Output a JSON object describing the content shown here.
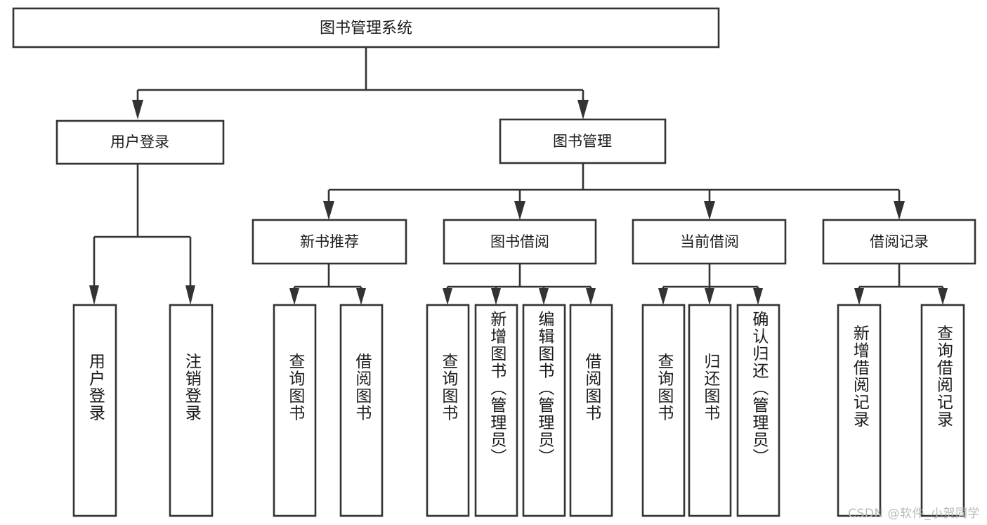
{
  "diagram": {
    "title": "图书管理系统",
    "type": "tree-hierarchy-diagram",
    "colors": {
      "stroke": "#333333",
      "fill": "#ffffff",
      "text": "#1b1b1b",
      "watermark": "#b9b9b9"
    },
    "root": {
      "label": "图书管理系统"
    },
    "level2": [
      {
        "label": "用户登录"
      },
      {
        "label": "图书管理"
      }
    ],
    "level3": [
      {
        "label": "新书推荐"
      },
      {
        "label": "图书借阅"
      },
      {
        "label": "当前借阅"
      },
      {
        "label": "借阅记录"
      }
    ],
    "leaves": {
      "user_login": [
        {
          "label": "用户登录"
        },
        {
          "label": "注销登录"
        }
      ],
      "new_book_recommend": [
        {
          "label": "查询图书"
        },
        {
          "label": "借阅图书"
        }
      ],
      "book_borrow": [
        {
          "label": "查询图书"
        },
        {
          "label": "新增图书（管理员）"
        },
        {
          "label": "编辑图书（管理员）"
        },
        {
          "label": "借阅图书"
        }
      ],
      "current_borrow": [
        {
          "label": "查询图书"
        },
        {
          "label": "归还图书"
        },
        {
          "label": "确认归还（管理员）"
        }
      ],
      "borrow_records": [
        {
          "label": "新增借阅记录"
        },
        {
          "label": "查询借阅记录"
        }
      ]
    },
    "watermark": "CSDN @软件_小贺同学"
  }
}
